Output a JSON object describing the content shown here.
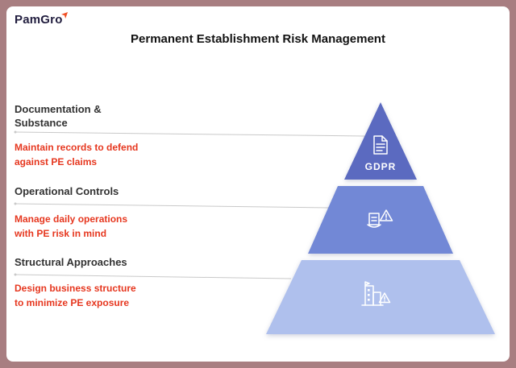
{
  "page": {
    "background_color": "#a87e81",
    "card_color": "#ffffff"
  },
  "logo": {
    "text": "PamGro",
    "accent_color": "#f04e23"
  },
  "title": "Permanent Establishment Risk Management",
  "pyramid": {
    "heading_color": "#323232",
    "description_color": "#e6371f",
    "connector_color": "#c9c9c9",
    "tiers": [
      {
        "heading": "Documentation &\nSubstance",
        "description": "Maintain records to defend\nagainst PE claims",
        "color": "#5b6ac0",
        "icon": "gdpr-document-icon",
        "icon_label": "GDPR"
      },
      {
        "heading": "Operational Controls",
        "description": "Manage daily operations\nwith PE risk in mind",
        "color": "#7288d6",
        "icon": "operations-warning-icon",
        "icon_label": ""
      },
      {
        "heading": "Structural Approaches",
        "description": "Design business structure\nto minimize PE exposure",
        "color": "#afc0ed",
        "icon": "buildings-warning-icon",
        "icon_label": ""
      }
    ]
  }
}
